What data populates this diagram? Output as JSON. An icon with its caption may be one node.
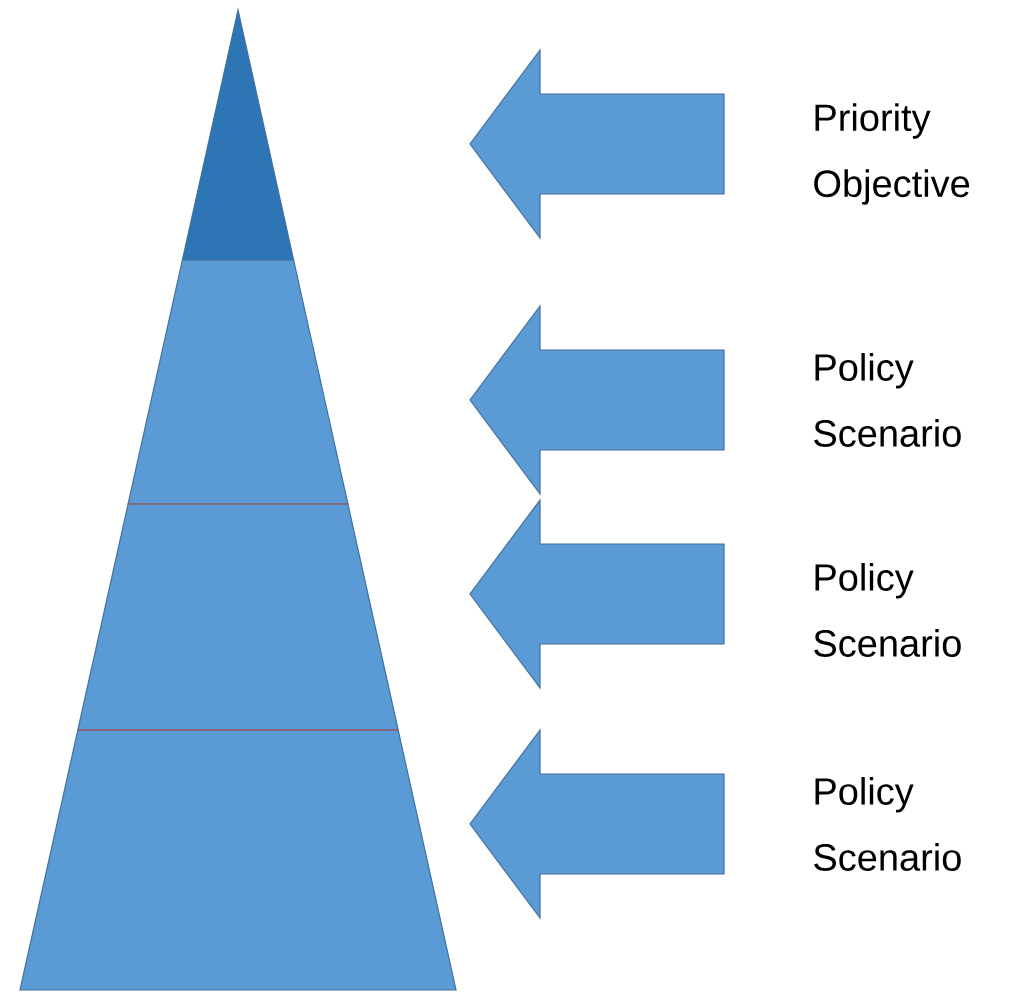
{
  "diagram": {
    "nodes": [
      {
        "text": [],
        "shape": "triangle"
      },
      {
        "text": [],
        "shape": "trapezoid"
      },
      {
        "text": [],
        "shape": "trapezoid"
      },
      {
        "text": [],
        "shape": "trapezoid"
      },
      {
        "text": [
          "Priority Objective"
        ]
      },
      {
        "text": [
          "Policy Scenario"
        ]
      },
      {
        "text": [
          "Policy Scenario"
        ]
      },
      {
        "text": [
          "Policy Scenario"
        ]
      }
    ]
  }
}
